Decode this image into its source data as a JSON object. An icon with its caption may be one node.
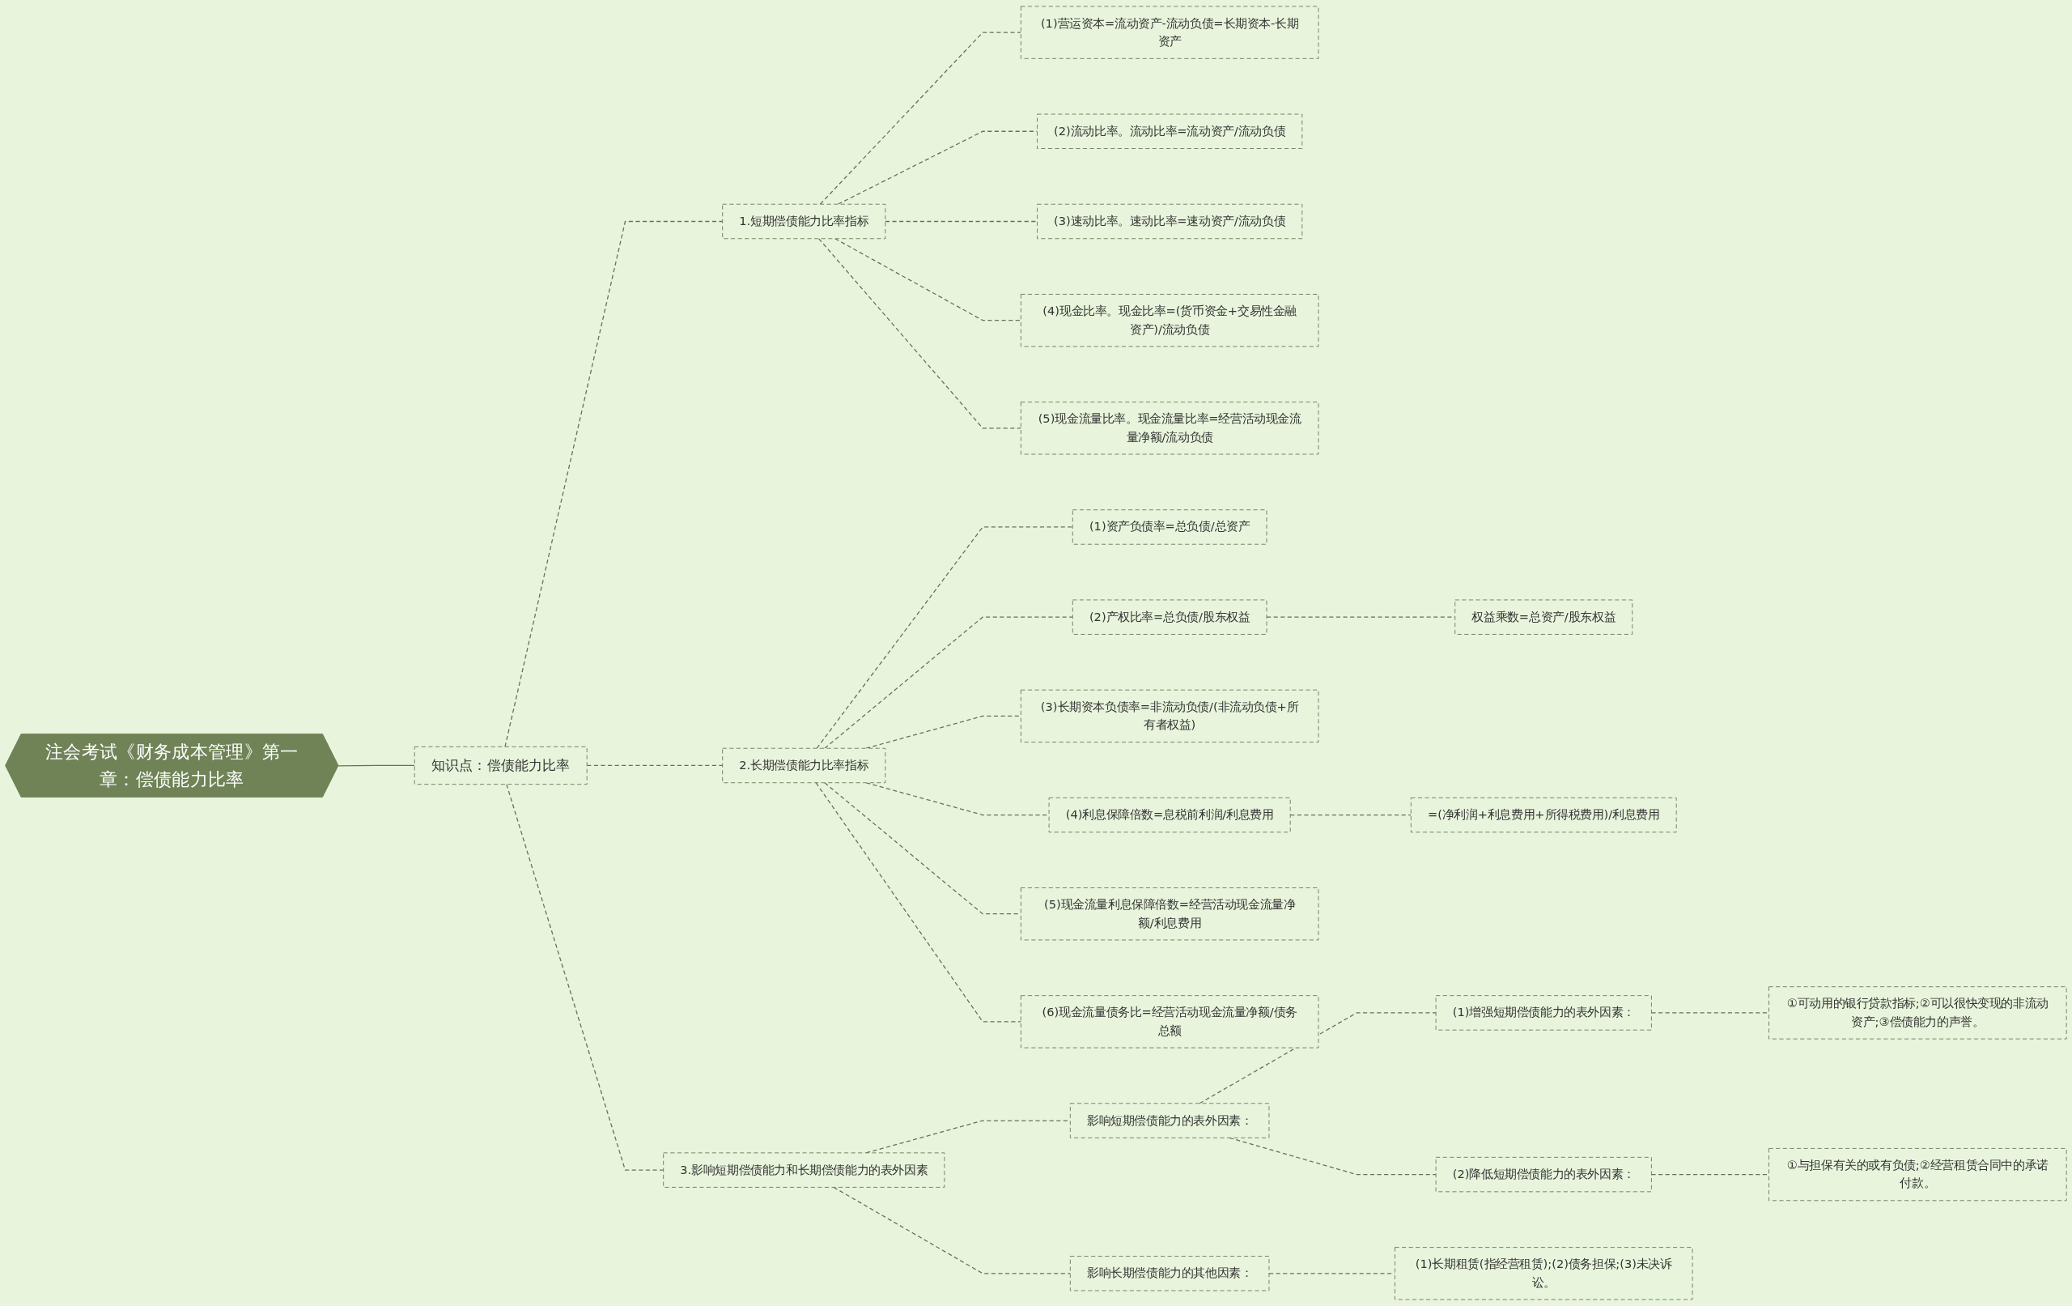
{
  "diagram": {
    "nodes": [
      {
        "text": [
          "注会考试《财务成本管理》第一章：偿债能力比率"
        ]
      },
      {
        "text": [
          "知识点：偿债能力比率"
        ]
      },
      {
        "text": [
          "1.短期偿债能力比率指标"
        ]
      },
      {
        "text": [
          "(1)营运资本=流动资产-流动负债=长期资本-长期资产"
        ]
      },
      {
        "text": [
          "(2)流动比率。流动比率=流动资产/流动负债"
        ]
      },
      {
        "text": [
          "(3)速动比率。速动比率=速动资产/流动负债"
        ]
      },
      {
        "text": [
          "(4)现金比率。现金比率=(货币资金+交易性金融资产)/流动负债"
        ]
      },
      {
        "text": [
          "(5)现金流量比率。现金流量比率=经营活动现金流量净额/流动负债"
        ]
      },
      {
        "text": [
          "2.长期偿债能力比率指标"
        ]
      },
      {
        "text": [
          "(1)资产负债率=总负债/总资产"
        ]
      },
      {
        "text": [
          "(2)产权比率=总负债/股东权益"
        ]
      },
      {
        "text": [
          "权益乘数=总资产/股东权益"
        ]
      },
      {
        "text": [
          "(3)长期资本负债率=非流动负债/(非流动负债+所有者权益)"
        ]
      },
      {
        "text": [
          "(4)利息保障倍数=息税前利润/利息费用"
        ]
      },
      {
        "text": [
          "=(净利润+利息费用+所得税费用)/利息费用"
        ]
      },
      {
        "text": [
          "(5)现金流量利息保障倍数=经营活动现金流量净额/利息费用"
        ]
      },
      {
        "text": [
          "(6)现金流量债务比=经营活动现金流量净额/债务总额"
        ]
      },
      {
        "text": [
          "3.影响短期偿债能力和长期偿债能力的表外因素"
        ]
      },
      {
        "text": [
          "影响短期偿债能力的表外因素："
        ]
      },
      {
        "text": [
          "(1)增强短期偿债能力的表外因素："
        ]
      },
      {
        "text": [
          "①可动用的银行贷款指标;②可以很快变现的非流动资产;③偿债能力的声誉。"
        ]
      },
      {
        "text": [
          "(2)降低短期偿债能力的表外因素："
        ]
      },
      {
        "text": [
          "①与担保有关的或有负债;②经营租赁合同中的承诺付款。"
        ]
      },
      {
        "text": [
          "影响长期偿债能力的其他因素："
        ]
      },
      {
        "text": [
          "(1)长期租赁(指经营租赁);(2)债务担保;(3)未决诉讼。"
        ]
      }
    ],
    "edges": [
      {
        "from": 0,
        "to": 1,
        "arrow": "none"
      },
      {
        "from": 1,
        "to": 2,
        "arrow": "none",
        "style": "dashed"
      },
      {
        "from": 2,
        "to": 3,
        "arrow": "none",
        "style": "dashed"
      },
      {
        "from": 2,
        "to": 4,
        "arrow": "none",
        "style": "dashed"
      },
      {
        "from": 2,
        "to": 5,
        "arrow": "none",
        "style": "dashed"
      },
      {
        "from": 2,
        "to": 6,
        "arrow": "none",
        "style": "dashed"
      },
      {
        "from": 2,
        "to": 7,
        "arrow": "none",
        "style": "dashed"
      },
      {
        "from": 1,
        "to": 8,
        "arrow": "none",
        "style": "dashed"
      },
      {
        "from": 8,
        "to": 9,
        "arrow": "none",
        "style": "dashed"
      },
      {
        "from": 8,
        "to": 10,
        "arrow": "none",
        "style": "dashed"
      },
      {
        "from": 10,
        "to": 11,
        "arrow": "none",
        "style": "dashed"
      },
      {
        "from": 8,
        "to": 12,
        "arrow": "none",
        "style": "dashed"
      },
      {
        "from": 8,
        "to": 13,
        "arrow": "none",
        "style": "dashed"
      },
      {
        "from": 13,
        "to": 14,
        "arrow": "none",
        "style": "dashed"
      },
      {
        "from": 8,
        "to": 15,
        "arrow": "none",
        "style": "dashed"
      },
      {
        "from": 8,
        "to": 16,
        "arrow": "none",
        "style": "dashed"
      },
      {
        "from": 1,
        "to": 17,
        "arrow": "none",
        "style": "dashed"
      },
      {
        "from": 17,
        "to": 18,
        "arrow": "none",
        "style": "dashed"
      },
      {
        "from": 18,
        "to": 19,
        "arrow": "none",
        "style": "dashed"
      },
      {
        "from": 19,
        "to": 20,
        "arrow": "none",
        "style": "dashed"
      },
      {
        "from": 18,
        "to": 21,
        "arrow": "none",
        "style": "dashed"
      },
      {
        "from": 21,
        "to": 22,
        "arrow": "none",
        "style": "dashed"
      },
      {
        "from": 17,
        "to": 23,
        "arrow": "none",
        "style": "dashed"
      },
      {
        "from": 23,
        "to": 24,
        "arrow": "none",
        "style": "dashed"
      }
    ]
  }
}
